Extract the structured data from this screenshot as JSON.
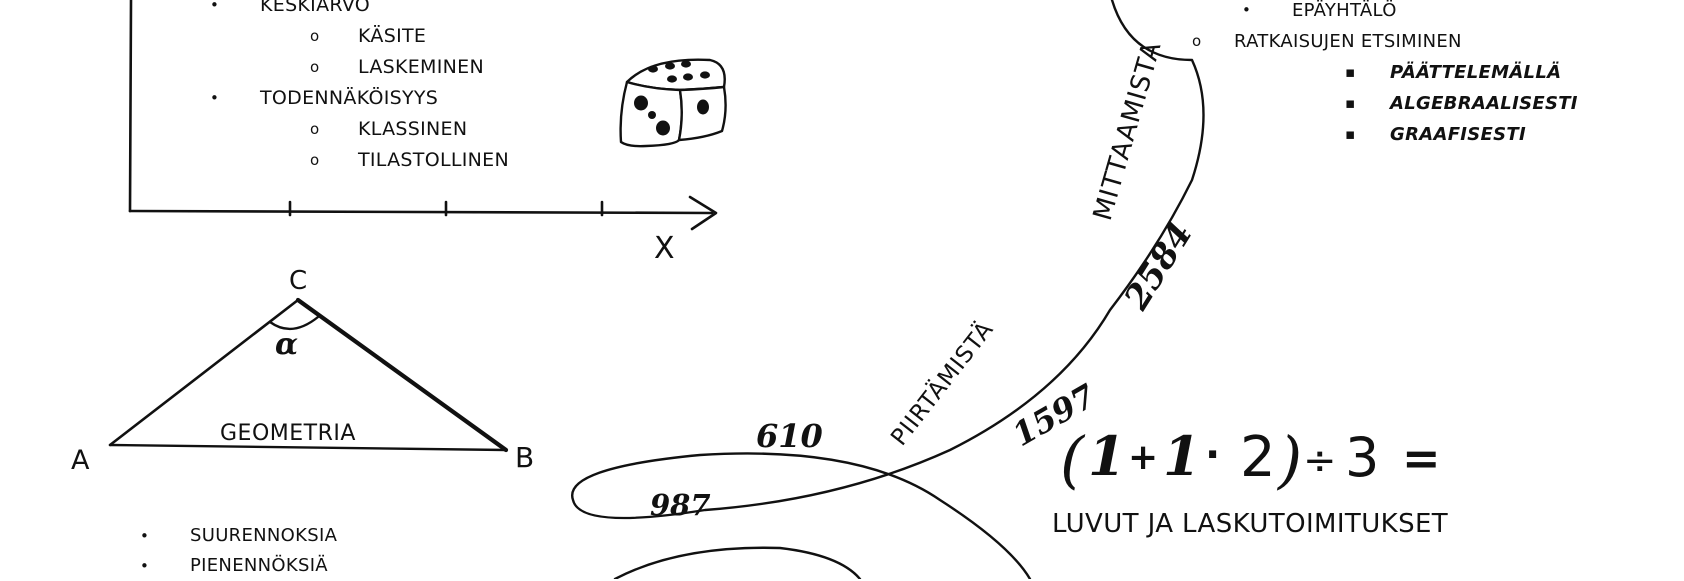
{
  "statistics_list": {
    "items": [
      {
        "level": 1,
        "marker": "•",
        "text": "KESKIARVO"
      },
      {
        "level": 2,
        "marker": "o",
        "text": "KÄSITE"
      },
      {
        "level": 2,
        "marker": "o",
        "text": "LASKEMINEN"
      },
      {
        "level": 1,
        "marker": "•",
        "text": "TODENNÄKÖISYYS"
      },
      {
        "level": 2,
        "marker": "o",
        "text": "KLASSINEN"
      },
      {
        "level": 2,
        "marker": "o",
        "text": "TILASTOLLINEN"
      }
    ]
  },
  "axis": {
    "x_label": "X"
  },
  "triangle": {
    "vertex_a": "A",
    "vertex_b": "B",
    "vertex_c": "C",
    "angle_label": "α",
    "label": "GEOMETRIA"
  },
  "geometry_list": {
    "items": [
      {
        "marker": "•",
        "text": "SUURENNOKSIA"
      },
      {
        "marker": "•",
        "text": "PIENENNÖKSIÄ"
      }
    ]
  },
  "spiral": {
    "text_outer": "MITTAAMISTA",
    "text_inner": "PIIRTÄMISTÄ",
    "fibonacci": [
      "2584",
      "1597",
      "610",
      "987"
    ]
  },
  "expression": {
    "open": "(",
    "one_a": "1",
    "plus": "+",
    "one_b": "1",
    "dot": "·",
    "two": "2",
    "close": ")",
    "div": "÷",
    "three": "3",
    "equals": "="
  },
  "numbers_label": "LUVUT JA LASKUTOIMITUKSET",
  "equations_list": {
    "items": [
      {
        "level": 1,
        "marker": "•",
        "text": "EPÄYHTÄLÖ"
      },
      {
        "level": 0,
        "marker": "o",
        "text": "RATKAISUJEN ETSIMINEN"
      },
      {
        "level": 2,
        "marker": "▪",
        "text": "PÄÄTTELEMÄLLÄ"
      },
      {
        "level": 2,
        "marker": "▪",
        "text": "ALGEBRAALISESTI"
      },
      {
        "level": 2,
        "marker": "▪",
        "text": "GRAAFISESTI"
      }
    ]
  },
  "die_icon": "die-icon"
}
